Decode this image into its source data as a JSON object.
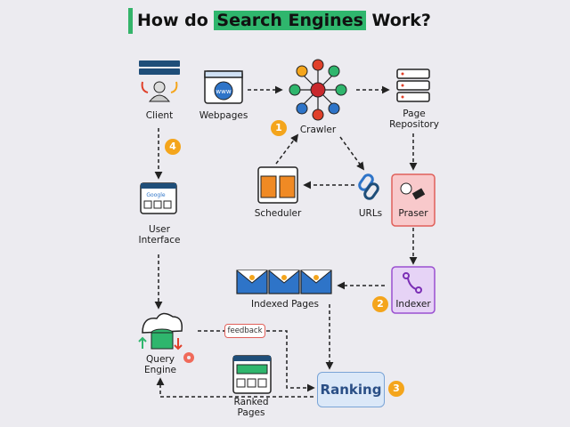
{
  "title": {
    "prefix": "How do ",
    "highlight": "Search Engines",
    "suffix": " Work?"
  },
  "nodes": {
    "client": "Client",
    "webpages": "Webpages",
    "crawler": "Crawler",
    "page_repository": "Page\nRepository",
    "scheduler": "Scheduler",
    "urls": "URLs",
    "praser": "Praser",
    "user_interface": "User\nInterface",
    "indexed_pages": "Indexed Pages",
    "indexer": "Indexer",
    "query_engine": "Query\nEngine",
    "ranked_pages": "Ranked\nPages",
    "ranking": "Ranking",
    "feedback": "feedback"
  },
  "badges": {
    "b1": "1",
    "b2": "2",
    "b3": "3",
    "b4": "4"
  },
  "colors": {
    "accent": "#2fb66d",
    "badge": "#f4a51c",
    "praser_fill": "#f8c9cb",
    "indexer_fill": "#e6d3f6",
    "ranking_fill": "#dbe8f8"
  },
  "icons": {
    "browser_text": "www",
    "search_brand": "Google"
  }
}
